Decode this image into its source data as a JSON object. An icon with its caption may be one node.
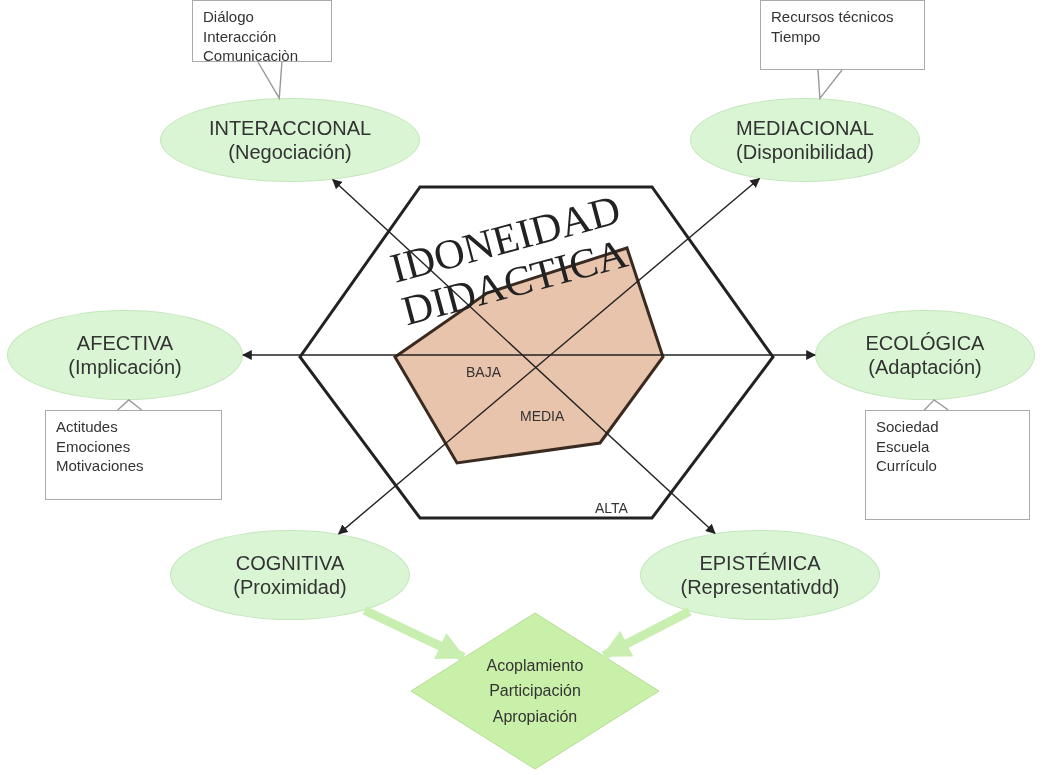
{
  "diagram": {
    "nodes": [
      {
        "text": [
          "Diálogo Interacción Comunicaciòn"
        ]
      },
      {
        "text": [
          "INTERACCIONAL (Negociación)"
        ]
      },
      {
        "text": [
          "Recursos técnicos Tiempo"
        ]
      },
      {
        "text": [
          "MEDIACIONAL (Disponibilidad)"
        ]
      },
      {
        "text": [
          "AFECTIVA (Implicación)"
        ]
      },
      {
        "text": [
          "Actitudes Emociones Motivaciones"
        ]
      },
      {
        "text": [
          "ECOLÓGICA (Adaptación)"
        ]
      },
      {
        "text": [
          "Sociedad Escuela Currículo"
        ]
      },
      {
        "text": [
          "COGNITIVA (Proximidad)"
        ]
      },
      {
        "text": [
          "EPISTÉMICA (Representativdd)"
        ]
      },
      {
        "text": [
          "Acoplamiento Participación Apropiación"
        ]
      }
    ],
    "edges": [
      {
        "from": 0,
        "to": 1,
        "arrow": "none",
        "color": "#999999"
      },
      {
        "from": 2,
        "to": 3,
        "arrow": "none",
        "color": "#999999"
      },
      {
        "from": 5,
        "to": 4,
        "arrow": "none",
        "color": "#999999"
      },
      {
        "from": 7,
        "to": 6,
        "arrow": "none",
        "color": "#999999"
      },
      {
        "from": 4,
        "to": 6,
        "arrow": "both",
        "color": "#222222"
      },
      {
        "from": 1,
        "to": 9,
        "arrow": "both",
        "color": "#222222"
      },
      {
        "from": 3,
        "to": 8,
        "arrow": "both",
        "color": "#222222"
      },
      {
        "from": 8,
        "to": 10,
        "arrow": "to",
        "style": "thick",
        "color": "#c9efb0"
      },
      {
        "from": 9,
        "to": 10,
        "arrow": "to",
        "style": "thick",
        "color": "#c9efb0"
      }
    ],
    "labels": [
      "IDONEIDAD DIDACTICA",
      "BAJA",
      "MEDIA",
      "ALTA"
    ]
  }
}
